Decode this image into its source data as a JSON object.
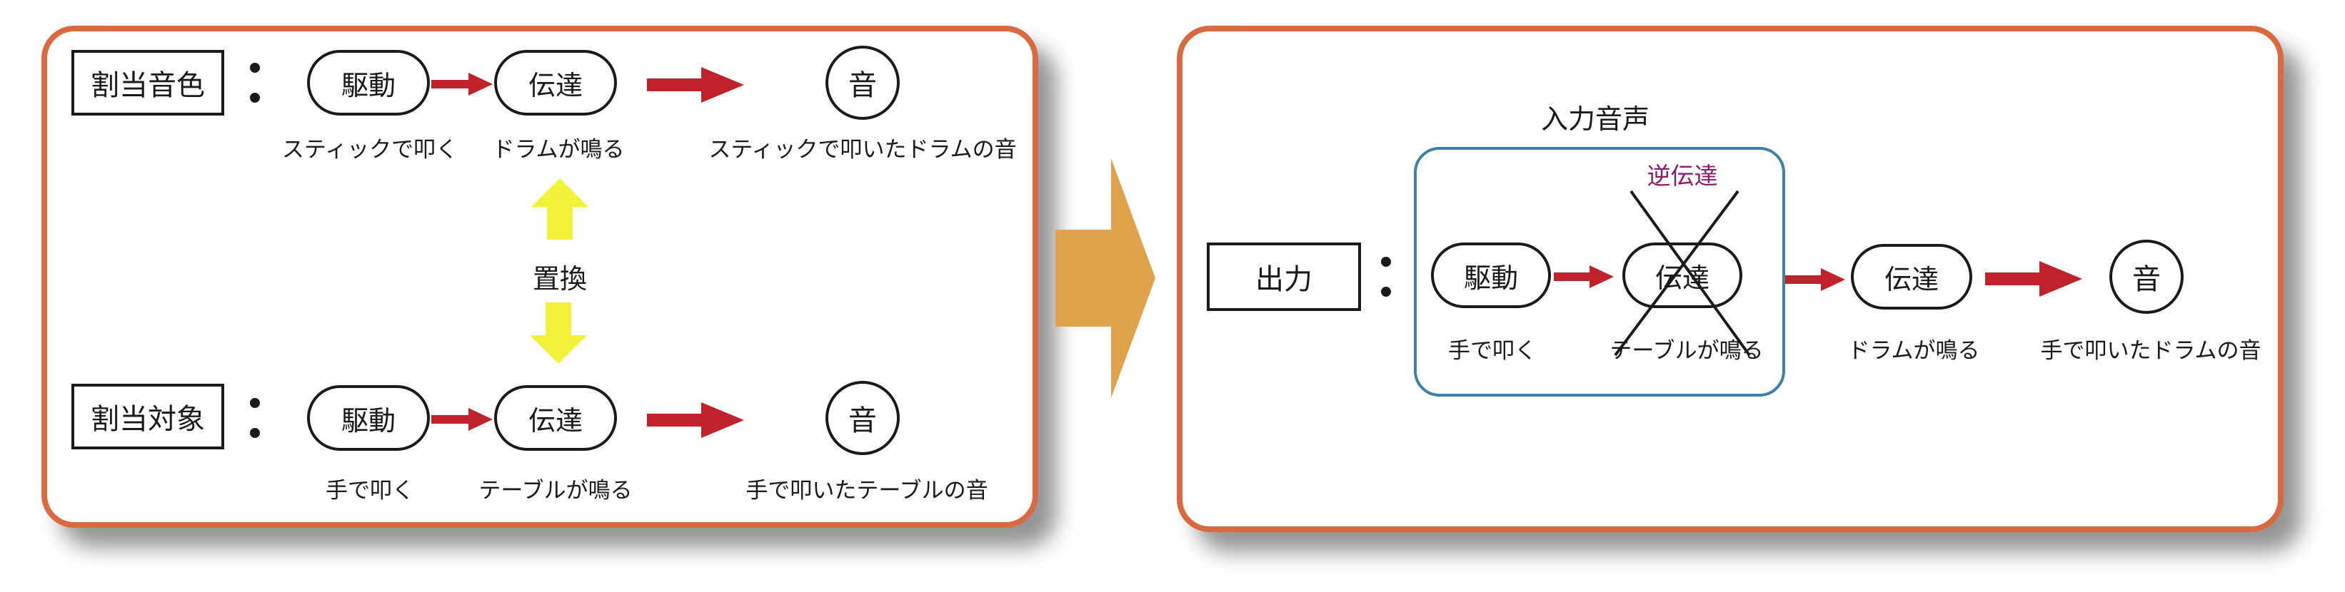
{
  "assigned_timbre": {
    "label": "割当音色",
    "drive": "駆動",
    "transmit": "伝達",
    "sound": "音",
    "drive_caption": "スティックで叩く",
    "transmit_caption": "ドラムが鳴る",
    "sound_caption": "スティックで叩いたドラムの音"
  },
  "replace_label": "置換",
  "assigned_target": {
    "label": "割当対象",
    "drive": "駆動",
    "transmit": "伝達",
    "sound": "音",
    "drive_caption": "手で叩く",
    "transmit_caption": "テーブルが鳴る",
    "sound_caption": "手で叩いたテーブルの音"
  },
  "output": {
    "label": "出力",
    "input_voice_title": "入力音声",
    "inverse_transmit": "逆伝達",
    "drive": "駆動",
    "crossed_transmit": "伝達",
    "transmit": "伝達",
    "sound": "音",
    "drive_caption": "手で叩く",
    "crossed_transmit_caption": "テーブルが鳴る",
    "transmit_caption": "ドラムが鳴る",
    "sound_caption": "手で叩いたドラムの音"
  },
  "colors": {
    "panel_border": "#d96a3f",
    "red_arrow": "#c0222c",
    "replace_arrow": "#f2f23a",
    "flow_arrow": "#e0a24a",
    "voice_box_border": "#3f7fa8",
    "inverse_text": "#8a1a6e"
  }
}
